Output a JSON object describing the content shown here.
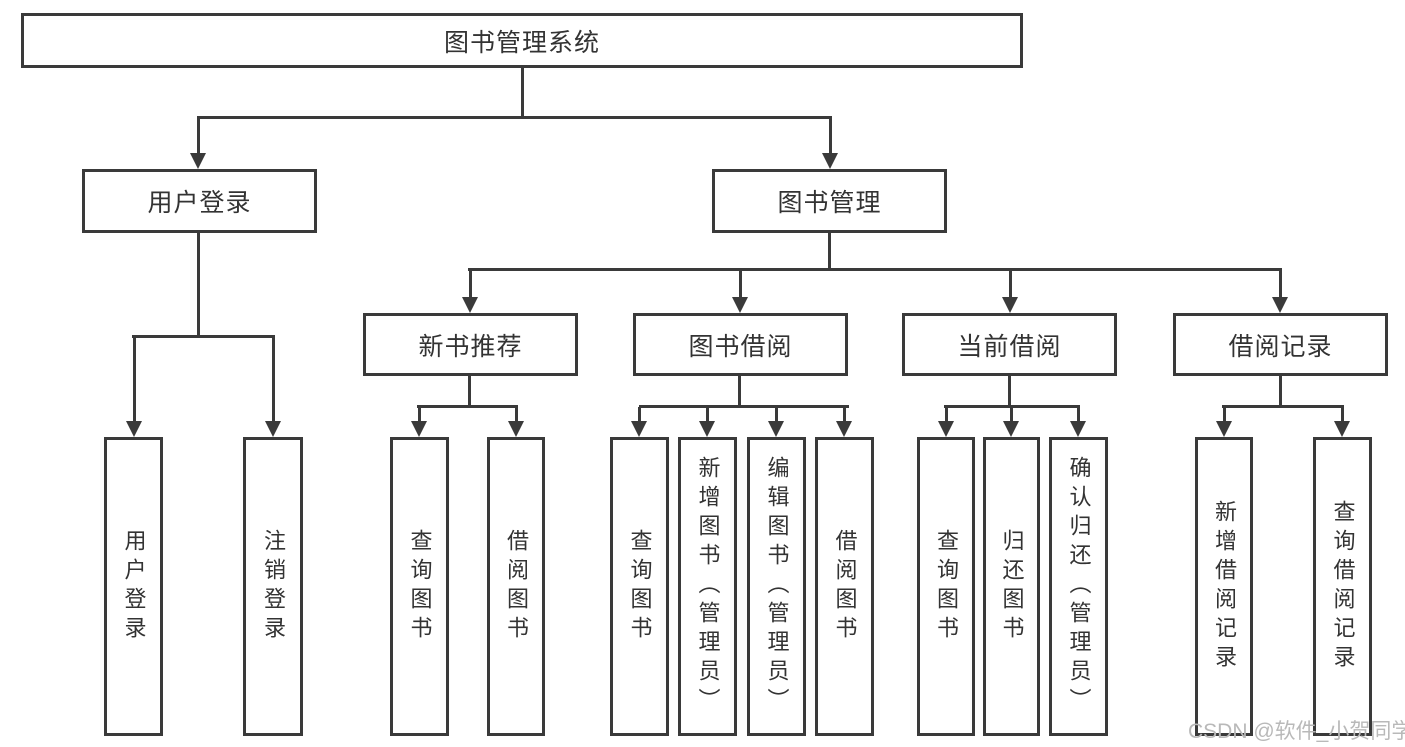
{
  "chart": {
    "root": "图书管理系统",
    "branches": {
      "user_login": "用户登录",
      "book_management": "图书管理"
    },
    "modules": {
      "new_book": "新书推荐",
      "borrow": "图书借阅",
      "current": "当前借阅",
      "records": "借阅记录"
    },
    "leaves": {
      "user_login_login": "用户登录",
      "user_login_logout": "注销登录",
      "new_book_query": "查询图书",
      "new_book_borrow": "借阅图书",
      "borrow_query": "查询图书",
      "borrow_add": "新增图书（管理员）",
      "borrow_edit": "编辑图书（管理员）",
      "borrow_borrow": "借阅图书",
      "current_query": "查询图书",
      "current_return": "归还图书",
      "current_confirm": "确认归还（管理员）",
      "records_add": "新增借阅记录",
      "records_query": "查询借阅记录"
    }
  },
  "watermark": "CSDN @软件_小贺同学",
  "colors": {
    "line": "#3a3a3a",
    "text": "#333333",
    "watermark": "#b9b9b9",
    "bg": "#ffffff"
  }
}
